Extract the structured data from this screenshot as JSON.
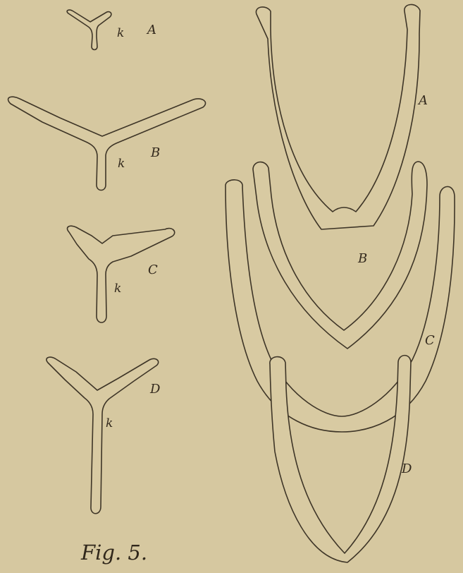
{
  "figure": {
    "caption": "Fig. 5.",
    "left_series": [
      {
        "letter": "A",
        "mark": "k"
      },
      {
        "letter": "B",
        "mark": "k"
      },
      {
        "letter": "C",
        "mark": "k"
      },
      {
        "letter": "D",
        "mark": "k"
      }
    ],
    "right_series": [
      {
        "letter": "A"
      },
      {
        "letter": "B"
      },
      {
        "letter": "C"
      },
      {
        "letter": "D"
      }
    ]
  },
  "colors": {
    "paper": "#d6c8a0",
    "ink": "#3e3527"
  }
}
